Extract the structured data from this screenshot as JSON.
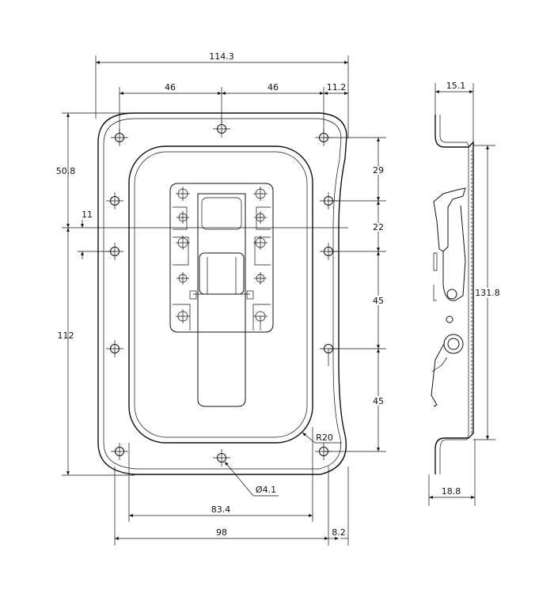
{
  "drawing": {
    "dimensions": {
      "overall_width": "114.3",
      "hole_spacing_left": "46",
      "hole_spacing_right": "46",
      "edge_offset": "11.2",
      "upper_height": "50.8",
      "small_offset": "11",
      "lower_height": "112",
      "pitch_29": "29",
      "pitch_22": "22",
      "pitch_45_a": "45",
      "pitch_45_b": "45",
      "radius": "R20",
      "hole_diameter": "Ø4.1",
      "inner_width": "83.4",
      "hole_span": "98",
      "edge_margin": "8.2"
    },
    "side_view": {
      "depth_top": "15.1",
      "side_height": "131.8",
      "depth_bottom": "18.8"
    }
  }
}
